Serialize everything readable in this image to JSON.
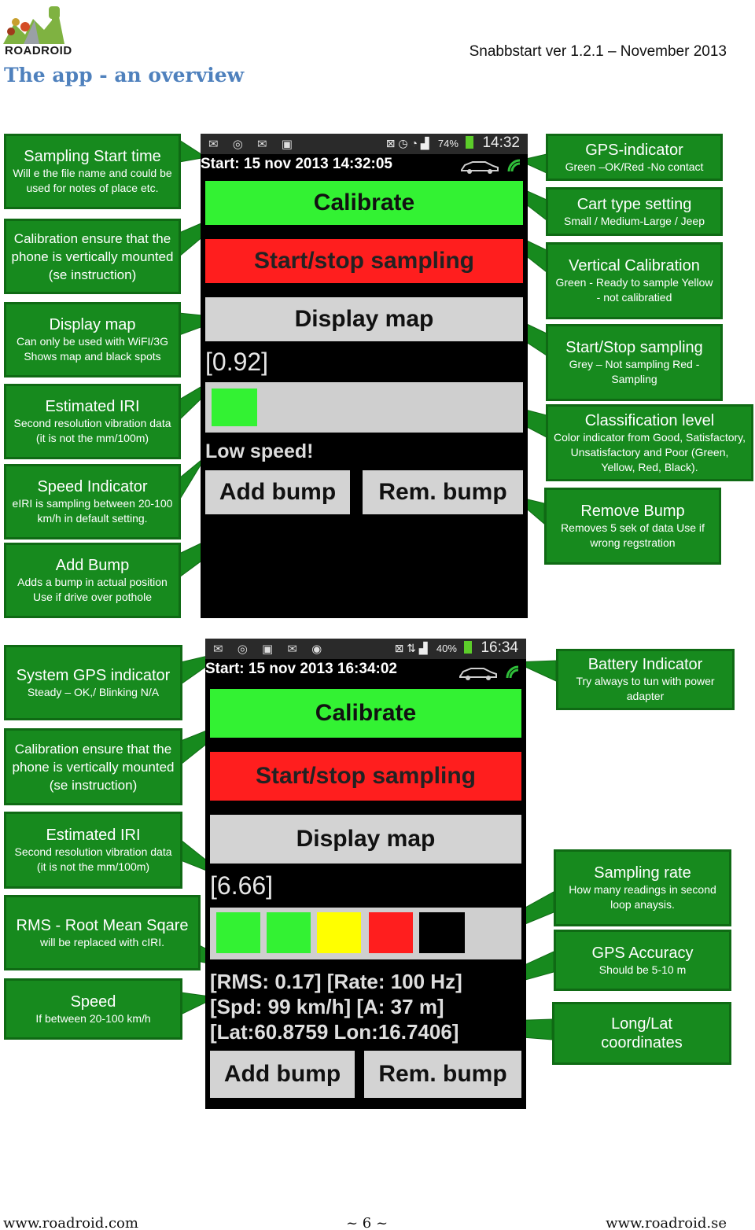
{
  "header": {
    "logo_text": "ROADROID",
    "version": "Snabbstart ver 1.2.1 – November 2013",
    "title": "The app - an overview"
  },
  "phone1": {
    "status_pct": "74%",
    "status_time": "14:32",
    "start": "Start: 15 nov 2013 14:32:05",
    "calibrate": "Calibrate",
    "startstop": "Start/stop sampling",
    "display_map": "Display map",
    "iri": "[0.92]",
    "low_speed": "Low speed!",
    "add_bump": "Add bump",
    "rem_bump": "Rem. bump"
  },
  "phone2": {
    "status_pct": "40%",
    "status_time": "16:34",
    "start": "Start: 15 nov 2013 16:34:02",
    "calibrate": "Calibrate",
    "startstop": "Start/stop sampling",
    "display_map": "Display map",
    "iri": "[6.66]",
    "line1": "[RMS: 0.17] [Rate: 100 Hz]",
    "line2": "[Spd: 99 km/h] [A: 37 m]",
    "line3": "[Lat:60.8759 Lon:16.7406]",
    "add_bump": "Add bump",
    "rem_bump": "Rem. bump"
  },
  "callouts_left1": [
    {
      "title": "Sampling Start time",
      "desc": "Will e the file name and could be used for notes of place etc."
    },
    {
      "title": "",
      "desc": "Calibration  ensure that the phone is vertically mounted (se instruction)"
    },
    {
      "title": "Display map",
      "desc": "Can only be used with WiFI/3G Shows map and black spots"
    },
    {
      "title": "Estimated IRI",
      "desc": "Second resolution vibration data (it is not the mm/100m)"
    },
    {
      "title": "Speed Indicator",
      "desc": "eIRI is sampling between 20-100 km/h in default setting."
    },
    {
      "title": "Add Bump",
      "desc": "Adds a bump in actual position Use if drive over pothole"
    }
  ],
  "callouts_right1": [
    {
      "title": "GPS-indicator",
      "desc": "Green –OK/Red -No contact"
    },
    {
      "title": "Cart type setting",
      "desc": "Small / Medium-Large / Jeep"
    },
    {
      "title": "Vertical Calibration",
      "desc": "Green - Ready to sample Yellow - not calibratied"
    },
    {
      "title": "Start/Stop sampling",
      "desc": "Grey – Not sampling Red - Sampling"
    },
    {
      "title": "Classification level",
      "desc": "Color indicator from  Good, Satisfactory, Unsatisfactory and Poor (Green, Yellow, Red, Black)."
    },
    {
      "title": "Remove Bump",
      "desc": "Removes 5 sek of data Use if  wrong regstration"
    }
  ],
  "callouts_left2": [
    {
      "title": "System GPS indicator",
      "desc": "Steady – OK,/ Blinking N/A"
    },
    {
      "title": "",
      "desc": "Calibration  ensure that the phone is vertically mounted (se instruction)"
    },
    {
      "title": "Estimated IRI",
      "desc": "Second resolution vibration data (it is not the mm/100m)"
    },
    {
      "title": "RMS - Root Mean Sqare",
      "desc": "will be replaced with cIRI."
    },
    {
      "title": "Speed",
      "desc": "If between 20-100 km/h"
    }
  ],
  "callouts_right2": [
    {
      "title": "Battery Indicator",
      "desc": "Try always to tun with power adapter"
    },
    {
      "title": "Sampling rate",
      "desc": "How many readings in second loop anaysis."
    },
    {
      "title": "GPS Accuracy",
      "desc": "Should be  5-10 m"
    },
    {
      "title": "Long/Lat coordinates",
      "desc": ""
    }
  ],
  "footer": {
    "left": "www.roadroid.com",
    "center": "~ 6 ~",
    "right": "www.roadroid.se"
  },
  "colors": {
    "callout_green": "#178a1e",
    "button_green": "#33f233",
    "button_red": "#ff1e1e",
    "button_grey": "#d3d3d3",
    "level_colors": [
      "#33f233",
      "#33f233",
      "#ffff00",
      "#ff1e1e",
      "#000000"
    ]
  }
}
